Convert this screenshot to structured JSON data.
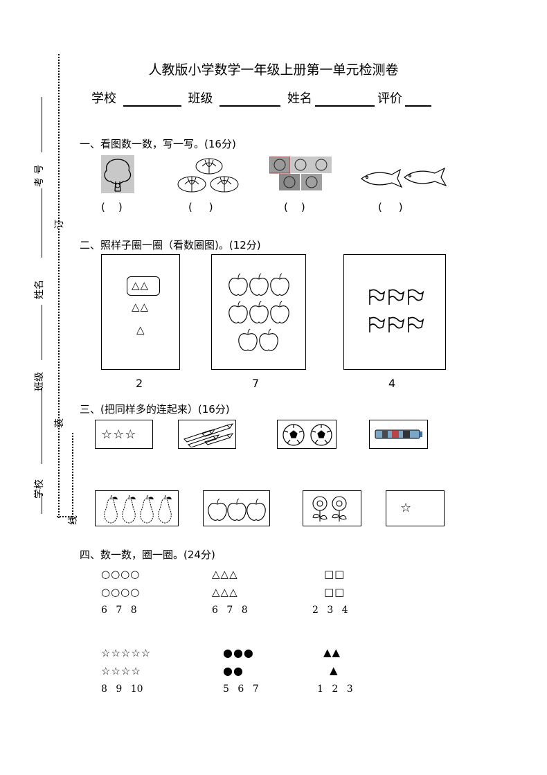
{
  "title": "人教版小学数学一年级上册第一单元检测卷",
  "info": {
    "school": "学校",
    "class": "班级",
    "name": "姓名",
    "grade": "评价"
  },
  "margin": {
    "exam_no": "考 号",
    "name": "姓名",
    "class": "班级",
    "school": "学校",
    "ding": "订",
    "zhuang": "装",
    "xian": "线"
  },
  "section1": {
    "heading": "一、看图数一数，写一写。(16分)",
    "blanks": [
      "(    )",
      "(     )",
      "(    )",
      "(     )"
    ]
  },
  "section2": {
    "heading": "二、照样子圈一圈（看数圈图)。(12分)",
    "numbers": [
      "2",
      "7",
      "4"
    ],
    "example_top": "△△",
    "example_mid": "△△",
    "example_bot": "△"
  },
  "section3": {
    "heading": "三、(把同样多的连起来）(16分)",
    "stars_top": "☆☆☆",
    "star_single": "☆"
  },
  "section4": {
    "heading": "四、数一数，圈一圈。(24分)",
    "groups": [
      {
        "row1": "○○○○",
        "row2": "○○○○",
        "choices": "6 7 8"
      },
      {
        "row1": "△△△",
        "row2": "△△△",
        "choices": "6 7 8"
      },
      {
        "row1": "□□",
        "row2": "□□",
        "choices": "2 3 4"
      },
      {
        "row1": "☆☆☆☆☆",
        "row2": "☆☆☆☆",
        "choices": "8 9 10"
      },
      {
        "row1": "●●●",
        "row2": "●●",
        "choices": "5 6 7"
      },
      {
        "row1": "▲▲",
        "row2": "▲",
        "choices": "1 2 3"
      }
    ]
  }
}
